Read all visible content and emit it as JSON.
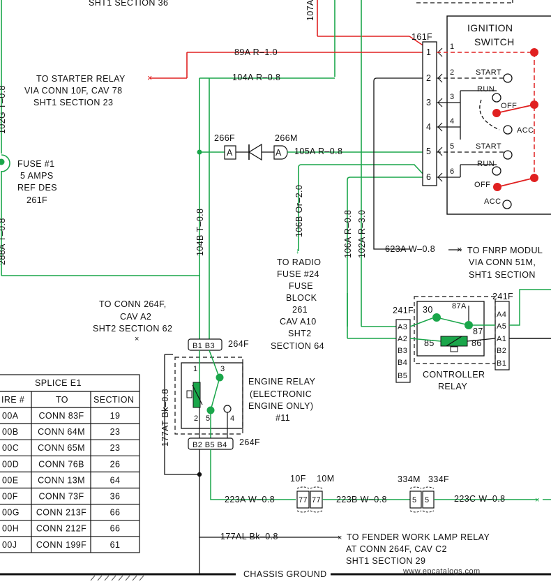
{
  "top_text": "SHT1 SECTION 36",
  "ignition_switch": {
    "title_line1": "IGNITION",
    "title_line2": "SWITCH",
    "connector": "161F",
    "pins": [
      "1",
      "2",
      "3",
      "4",
      "5",
      "6"
    ],
    "contacts_a": {
      "p1": "1",
      "p2": "2",
      "p3": "3",
      "p4": "4",
      "start": "START",
      "run": "RUN",
      "off": "OFF",
      "acc": "ACC"
    },
    "contacts_b": {
      "p5": "5",
      "p6": "6",
      "start": "START",
      "run": "RUN",
      "off": "OFF",
      "acc": "ACC"
    }
  },
  "wires": {
    "w89a": "89A  R–1.0",
    "w104a": "104A  R–0.8",
    "w105a": "105A  R–0.8",
    "w107a": "107A",
    "w102g": "102G  T–0.8",
    "w288a": "288A  T–0.8",
    "w104b": "104B  T–0.8",
    "w106b": "106B  Or–2.0",
    "w106a": "106A  R–0.8",
    "w102a": "102A  R–3.0",
    "w623a": "623A  W–0.8",
    "w177at": "177AT  Bk–0.8",
    "w223a": "223A  W–0.8",
    "w223b": "223B  W–0.8",
    "w223c": "223C  W–0.8",
    "w177al": "177AL  Bk–0.8"
  },
  "starter_relay_note": [
    "TO STARTER RELAY",
    "VIA CONN 10F, CAV 78",
    "SHT1 SECTION 23"
  ],
  "fuse1_note": [
    "FUSE #1",
    "5 AMPS",
    "REF DES",
    "261F"
  ],
  "diode": {
    "left": "266F",
    "right": "266M",
    "pin": "A"
  },
  "radio_note": [
    "TO RADIO",
    "FUSE #24",
    "FUSE",
    "BLOCK",
    "261",
    "CAV A10",
    "SHT2",
    "SECTION 64"
  ],
  "fnrp_note": [
    "TO FNRP MODUL",
    "VIA CONN 51M,",
    "SHT1 SECTION"
  ],
  "conn264_note": [
    "TO CONN 264F,",
    "CAV A2",
    "SHT2 SECTION 62"
  ],
  "engine_relay": {
    "label": [
      "ENGINE RELAY",
      "(ELECTRONIC",
      "ENGINE ONLY)",
      "#11"
    ],
    "top_pins": "B1 B3",
    "top_conn": "264F",
    "bottom_pins": "B2 B5 B4",
    "bottom_conn": "264F",
    "terminals": {
      "t1": "1",
      "t3": "3",
      "t2": "2",
      "t5": "5",
      "t4": "4"
    }
  },
  "controller_relay": {
    "label": [
      "CONTROLLER",
      "RELAY"
    ],
    "left_conn": "241F",
    "right_conn": "241F",
    "left_pins": [
      "A3",
      "A2",
      "B3",
      "B4",
      "B5"
    ],
    "right_pins": [
      "A4",
      "A5",
      "A1",
      "B2",
      "B1"
    ],
    "terminals": {
      "t30": "30",
      "t87a": "87A",
      "t87": "87",
      "t85": "85",
      "t86": "86"
    }
  },
  "splice_table": {
    "title": "SPLICE E1",
    "headers": [
      "IRE #",
      "TO",
      "SECTION"
    ],
    "rows": [
      [
        "00A",
        "CONN 83F",
        "19"
      ],
      [
        "00B",
        "CONN 64M",
        "23"
      ],
      [
        "00C",
        "CONN 65M",
        "23"
      ],
      [
        "00D",
        "CONN 76B",
        "26"
      ],
      [
        "00E",
        "CONN 13M",
        "64"
      ],
      [
        "00F",
        "CONN 73F",
        "36"
      ],
      [
        "00G",
        "CONN 213F",
        "66"
      ],
      [
        "00H",
        "CONN 212F",
        "66"
      ],
      [
        "00J",
        "CONN 199F",
        "61"
      ]
    ]
  },
  "connectors": {
    "c10f": "10F",
    "c10m": "10M",
    "c334m": "334M",
    "c334f": "334F",
    "p77": "77",
    "p5": "5"
  },
  "fender_note": [
    "TO FENDER WORK LAMP RELAY",
    "AT CONN 264F, CAV C2",
    "SHT1 SECTION 29"
  ],
  "chassis_ground": "CHASSIS GROUND",
  "watermark": "www.epcatalogs.com",
  "colors": {
    "red": "#e02020",
    "green": "#1aa64a",
    "black": "#111111"
  }
}
